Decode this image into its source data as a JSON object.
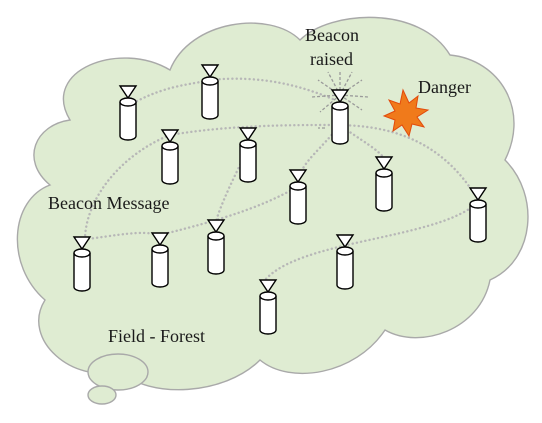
{
  "labels": {
    "beacon_raised_line1": "Beacon",
    "beacon_raised_line2": "raised",
    "danger": "Danger",
    "beacon_message": "Beacon Message",
    "field_forest": "Field - Forest"
  },
  "colors": {
    "cloud_fill": "#dfecd2",
    "cloud_stroke": "#a9a9a9",
    "path": "#b7b7b7",
    "danger": "#f07a1b"
  },
  "icons": {
    "sensor_node": "sensor-node-icon",
    "danger": "explosion-icon",
    "beacon_alert": "beacon-rays-icon"
  }
}
